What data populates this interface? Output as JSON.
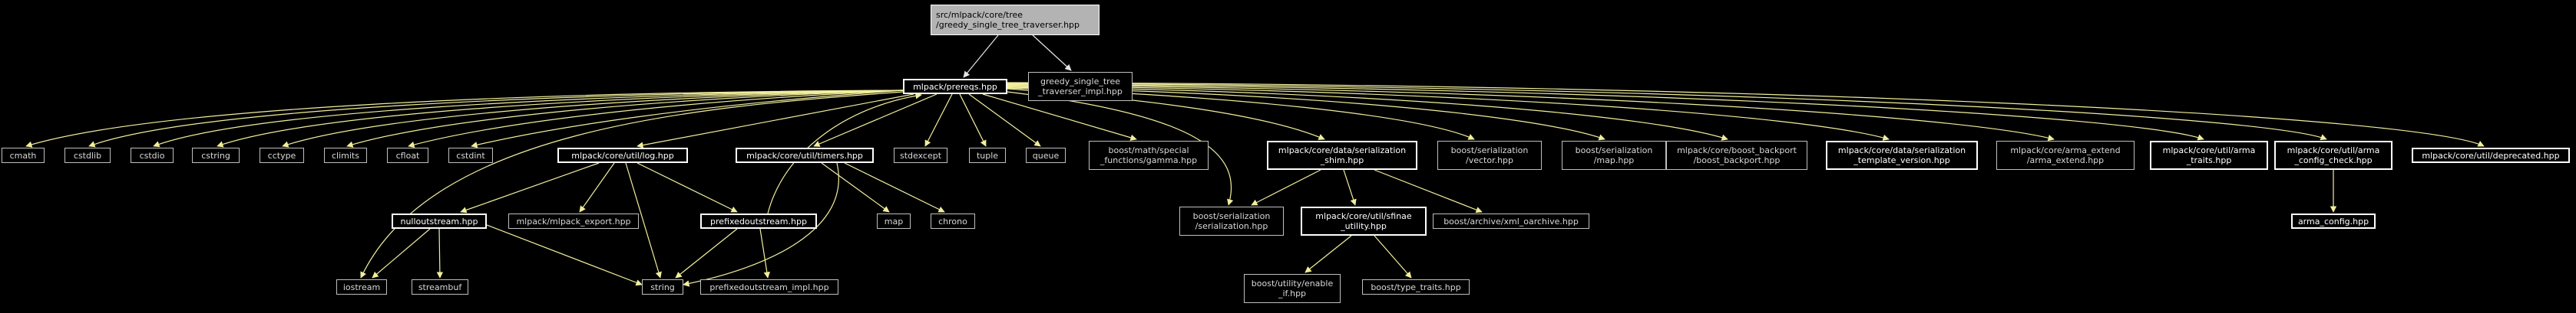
{
  "colors": {
    "edge_main": "#f2ef9c",
    "edge_root": "#e6e6e6",
    "node_border": "#bfbfbf",
    "root_fill": "#b3b3b3"
  },
  "nodes": {
    "root": [
      "src/mlpack/core/tree",
      "/greedy_single_tree_traverser.hpp"
    ],
    "prereqs": [
      "mlpack/prereqs.hpp"
    ],
    "impl": [
      "greedy_single_tree",
      "_traverser_impl.hpp"
    ],
    "cmath": [
      "cmath"
    ],
    "cstdlib": [
      "cstdlib"
    ],
    "cstdio": [
      "cstdio"
    ],
    "cstring": [
      "cstring"
    ],
    "cctype": [
      "cctype"
    ],
    "climits": [
      "climits"
    ],
    "cfloat": [
      "cfloat"
    ],
    "cstdint": [
      "cstdint"
    ],
    "log": [
      "mlpack/core/util/log.hpp"
    ],
    "timers": [
      "mlpack/core/util/timers.hpp"
    ],
    "stdexcept": [
      "stdexcept"
    ],
    "tuple": [
      "tuple"
    ],
    "queue": [
      "queue"
    ],
    "gamma": [
      "boost/math/special",
      "_functions/gamma.hpp"
    ],
    "shim": [
      "mlpack/core/data/serialization",
      "_shim.hpp"
    ],
    "vector": [
      "boost/serialization",
      "/vector.hpp"
    ],
    "map_ser": [
      "boost/serialization",
      "/map.hpp"
    ],
    "backport": [
      "mlpack/core/boost_backport",
      "/boost_backport.hpp"
    ],
    "tmpl": [
      "mlpack/core/data/serialization",
      "_template_version.hpp"
    ],
    "arma_extend": [
      "mlpack/core/arma_extend",
      "/arma_extend.hpp"
    ],
    "arma_traits": [
      "mlpack/core/util/arma",
      "_traits.hpp"
    ],
    "config_check": [
      "mlpack/core/util/arma",
      "_config_check.hpp"
    ],
    "deprecated": [
      "mlpack/core/util/deprecated.hpp"
    ],
    "nullout": [
      "nulloutstream.hpp"
    ],
    "export": [
      "mlpack/mlpack_export.hpp"
    ],
    "prefixed": [
      "prefixedoutstream.hpp"
    ],
    "map": [
      "map"
    ],
    "chrono": [
      "chrono"
    ],
    "serialization": [
      "boost/serialization",
      "/serialization.hpp"
    ],
    "sfinae": [
      "mlpack/core/util/sfinae",
      "_utility.hpp"
    ],
    "xml": [
      "boost/archive/xml_oarchive.hpp"
    ],
    "arma_config": [
      "arma_config.hpp"
    ],
    "iostream": [
      "iostream"
    ],
    "streambuf": [
      "streambuf"
    ],
    "string": [
      "string"
    ],
    "prefixed_impl": [
      "prefixedoutstream_impl.hpp"
    ],
    "enable_if": [
      "boost/utility/enable",
      "_if.hpp"
    ],
    "type_traits": [
      "boost/type_traits.hpp"
    ]
  }
}
